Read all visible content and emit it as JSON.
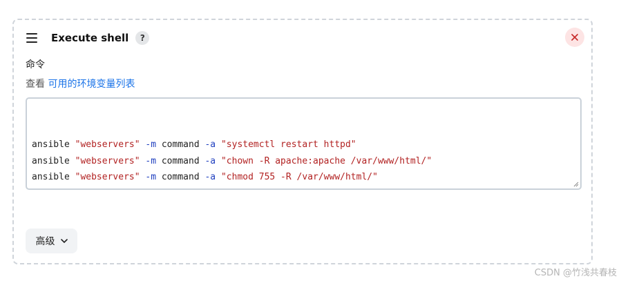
{
  "step": {
    "title": "Execute shell",
    "help_glyph": "?",
    "close_glyph": "×"
  },
  "command": {
    "label": "命令",
    "env_prefix": "查看 ",
    "env_link": "可用的环境变量列表",
    "lines": [
      [
        "ansible ",
        "\"webservers\"",
        " ",
        "-m",
        " command ",
        "-a",
        " ",
        "\"systemctl restart httpd\""
      ],
      [
        "ansible ",
        "\"webservers\"",
        " ",
        "-m",
        " command ",
        "-a",
        " ",
        "\"chown -R apache:apache /var/www/html/\""
      ],
      [
        "ansible ",
        "\"webservers\"",
        " ",
        "-m",
        " command ",
        "-a",
        " ",
        "\"chmod 755 -R /var/www/html/\""
      ]
    ]
  },
  "advanced": {
    "label": "高级"
  },
  "watermark": "CSDN @竹浅共春枝",
  "colors": {
    "string": "#b22222",
    "flag": "#1f3fbf",
    "link": "#1a73e8"
  }
}
